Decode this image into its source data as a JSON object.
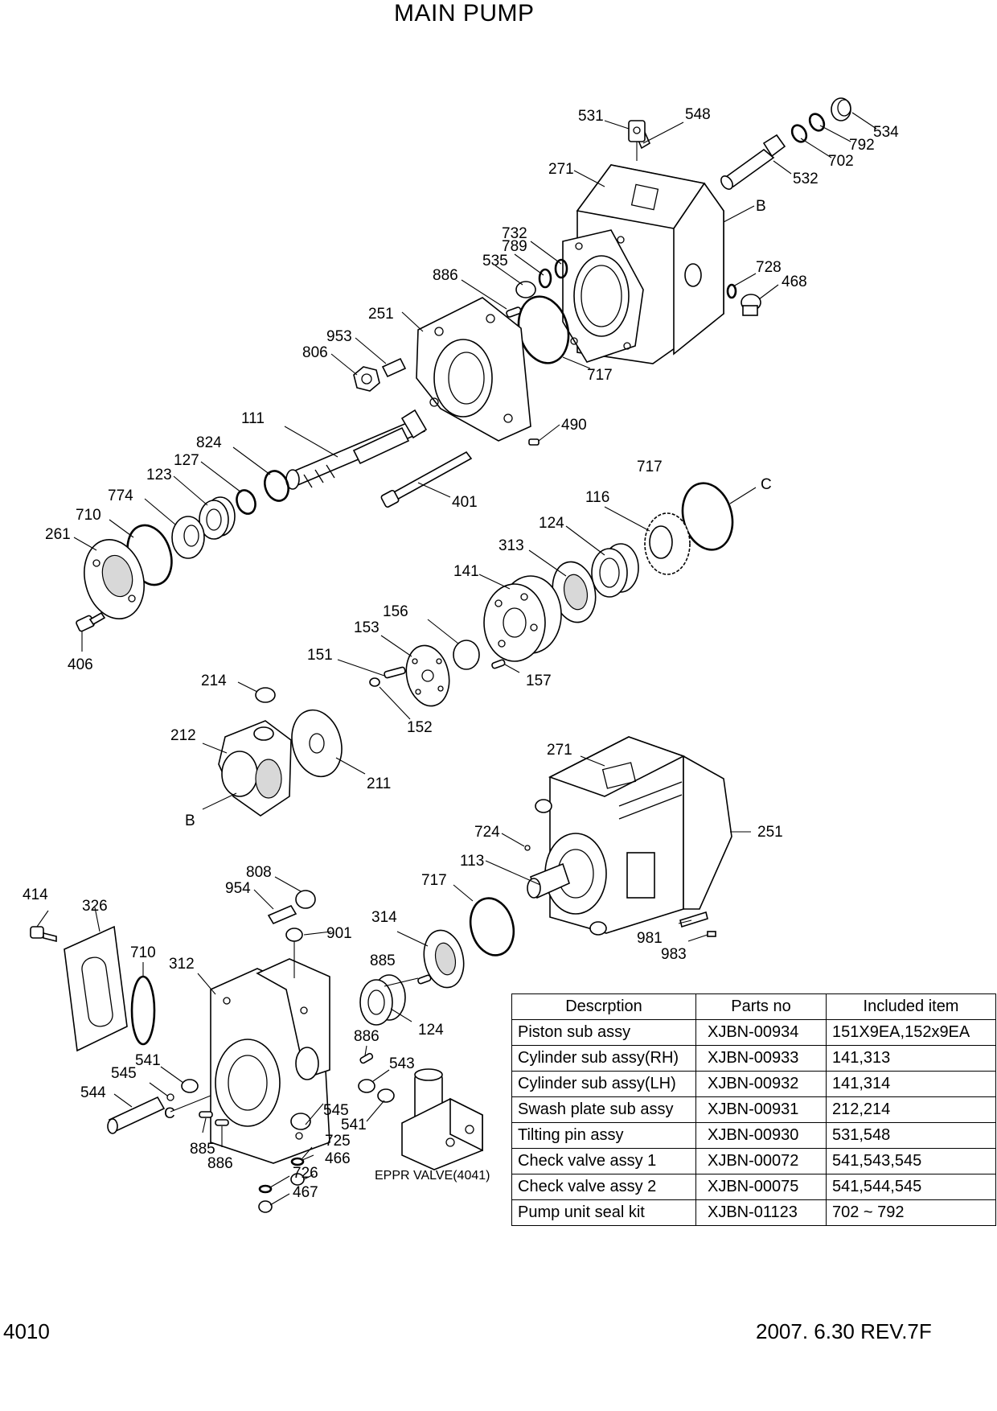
{
  "title": "MAIN PUMP",
  "page_number": "4010",
  "revision": "2007. 6.30  REV.7F",
  "eppr_label": "EPPR VALVE(4041)",
  "labels": {
    "p531": "531",
    "p548": "548",
    "p534": "534",
    "p792": "792",
    "p702": "702",
    "p532": "532",
    "p271a": "271",
    "pBa": "B",
    "p732": "732",
    "p789": "789",
    "p535": "535",
    "p886a": "886",
    "p728": "728",
    "p468": "468",
    "p251a": "251",
    "p953": "953",
    "p806": "806",
    "p717a": "717",
    "p111": "111",
    "p490": "490",
    "p824": "824",
    "p127": "127",
    "p123": "123",
    "p774": "774",
    "p710a": "710",
    "p261": "261",
    "p401": "401",
    "p717b": "717",
    "pCa": "C",
    "p116": "116",
    "p124a": "124",
    "p313": "313",
    "p141": "141",
    "p406": "406",
    "p156": "156",
    "p153": "153",
    "p151": "151",
    "p157": "157",
    "p214": "214",
    "p152": "152",
    "p212": "212",
    "p211": "211",
    "pBb": "B",
    "p271b": "271",
    "p251b": "251",
    "p724": "724",
    "p113": "113",
    "p808": "808",
    "p954": "954",
    "p717c": "717",
    "p414": "414",
    "p326": "326",
    "p901": "901",
    "p314": "314",
    "p981": "981",
    "p983": "983",
    "p710b": "710",
    "p312": "312",
    "p885a": "885",
    "p124b": "124",
    "p886b": "886",
    "p541a": "541",
    "p545a": "545",
    "p543": "543",
    "p544": "544",
    "pCb": "C",
    "p545b": "545",
    "p541b": "541",
    "p725": "725",
    "p885b": "885",
    "p886c": "886",
    "p466": "466",
    "p726": "726",
    "p467": "467"
  },
  "table": {
    "headers": [
      "Descrption",
      "Parts no",
      "Included item"
    ],
    "rows": [
      [
        "Piston sub assy",
        "XJBN-00934",
        "151X9EA,152x9EA"
      ],
      [
        "Cylinder sub assy(RH)",
        "XJBN-00933",
        "141,313"
      ],
      [
        "Cylinder sub assy(LH)",
        "XJBN-00932",
        "141,314"
      ],
      [
        "Swash plate sub assy",
        "XJBN-00931",
        "212,214"
      ],
      [
        "Tilting pin assy",
        "XJBN-00930",
        "531,548"
      ],
      [
        "Check valve assy 1",
        "XJBN-00072",
        "541,543,545"
      ],
      [
        "Check valve assy 2",
        "XJBN-00075",
        "541,544,545"
      ],
      [
        "Pump unit seal kit",
        "XJBN-01123",
        "702 ~ 792"
      ]
    ]
  }
}
